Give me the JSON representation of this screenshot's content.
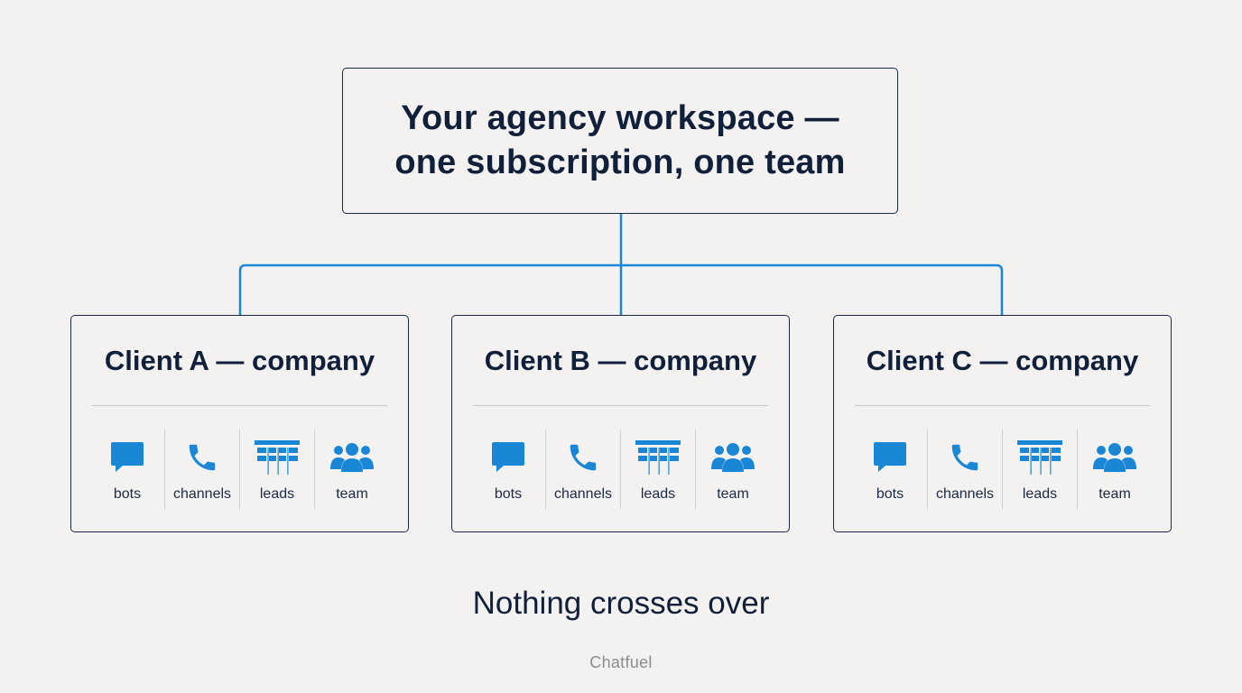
{
  "root": {
    "title_line1": "Your agency workspace —",
    "title_line2": "one subscription, one team"
  },
  "clients": [
    {
      "title": "Client A — company",
      "features": [
        {
          "icon": "chat-bubble-icon",
          "label": "bots"
        },
        {
          "icon": "phone-icon",
          "label": "channels"
        },
        {
          "icon": "table-icon",
          "label": "leads"
        },
        {
          "icon": "team-icon",
          "label": "team"
        }
      ]
    },
    {
      "title": "Client B — company",
      "features": [
        {
          "icon": "chat-bubble-icon",
          "label": "bots"
        },
        {
          "icon": "phone-icon",
          "label": "channels"
        },
        {
          "icon": "table-icon",
          "label": "leads"
        },
        {
          "icon": "team-icon",
          "label": "team"
        }
      ]
    },
    {
      "title": "Client C — company",
      "features": [
        {
          "icon": "chat-bubble-icon",
          "label": "bots"
        },
        {
          "icon": "phone-icon",
          "label": "channels"
        },
        {
          "icon": "table-icon",
          "label": "leads"
        },
        {
          "icon": "team-icon",
          "label": "team"
        }
      ]
    }
  ],
  "footer": {
    "text": "Nothing crosses over"
  },
  "brand": {
    "name": "Chatfuel"
  },
  "colors": {
    "background": "#f4f2f1",
    "text": "#11203a",
    "accent": "#1a86d6",
    "border": "#1b2a44",
    "brand_text": "#8c8c8c"
  }
}
